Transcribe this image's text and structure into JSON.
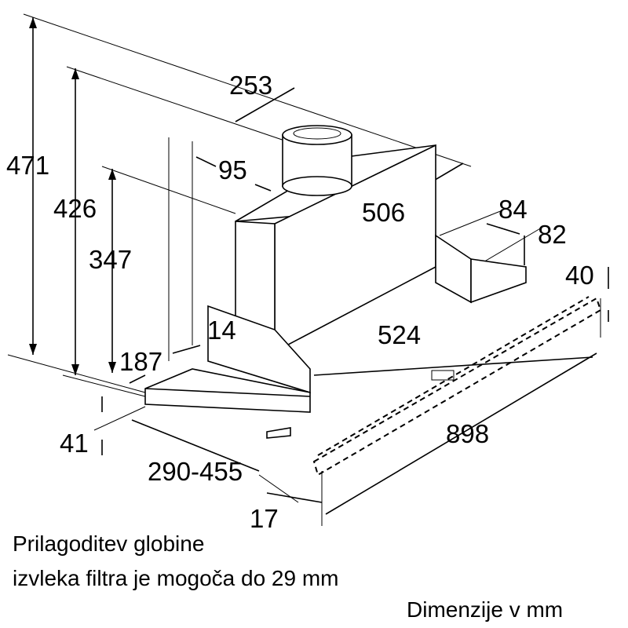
{
  "dimensions": {
    "total_height_max": "471",
    "total_height_mid": "426",
    "total_height_min": "347",
    "duct_offset": "253",
    "duct_distance": "95",
    "body_width": "506",
    "side_depth": "84",
    "side_height": "82",
    "front_height": "40",
    "wall_gap": "14",
    "inner_width": "524",
    "depth": "187",
    "drawer_height": "41",
    "drawer_extension": "290-455",
    "total_width": "898",
    "front_offset": "17"
  },
  "caption": {
    "line1": "Prilagoditev globine",
    "line2": "izvleka filtra je mogoča do 29 mm",
    "units": "Dimenzije v mm"
  }
}
